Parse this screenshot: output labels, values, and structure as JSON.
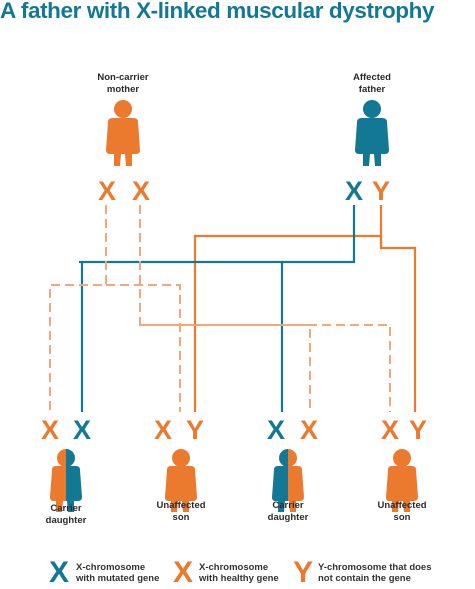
{
  "title": "A father with X-linked muscular dystrophy",
  "parents": {
    "mother": {
      "label_line1": "Non-carrier",
      "label_line2": "mother",
      "genes": [
        "X",
        "X"
      ]
    },
    "father": {
      "label_line1": "Affected",
      "label_line2": "father",
      "genes": [
        "X",
        "Y"
      ]
    }
  },
  "children": [
    {
      "label_line1": "Carrier",
      "label_line2": "daughter",
      "genes": [
        "X",
        "X"
      ]
    },
    {
      "label_line1": "Unaffected",
      "label_line2": "son",
      "genes": [
        "X",
        "Y"
      ]
    },
    {
      "label_line1": "Carrier",
      "label_line2": "daughter",
      "genes": [
        "X",
        "X"
      ]
    },
    {
      "label_line1": "Unaffected",
      "label_line2": "son",
      "genes": [
        "X",
        "Y"
      ]
    }
  ],
  "legend": [
    {
      "symbol": "X",
      "line1": "X-chromosome",
      "line2": "with mutated gene"
    },
    {
      "symbol": "X",
      "line1": "X-chromosome",
      "line2": "with healthy gene"
    },
    {
      "symbol": "Y",
      "line1": "Y-chromosome that does",
      "line2": "not contain the gene"
    }
  ],
  "colors": {
    "teal": "#137893",
    "orange": "#ec7a2e",
    "light_orange": "#f2a878"
  }
}
